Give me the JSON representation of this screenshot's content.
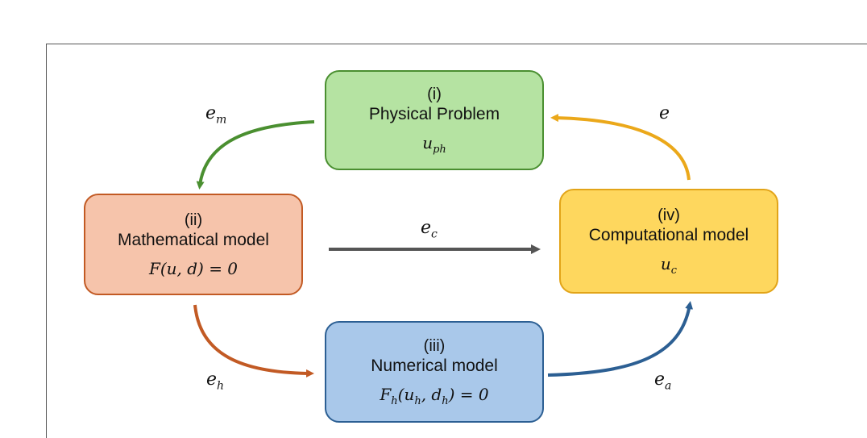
{
  "nodes": {
    "i": {
      "roman": "(i)",
      "name": "Physical Problem",
      "var_base": "u",
      "var_sub": "ph"
    },
    "ii": {
      "roman": "(ii)",
      "name": "Mathematical model",
      "var_text": "F(u, d) = 0"
    },
    "iii": {
      "roman": "(iii)",
      "name": "Numerical model",
      "var_pre": "F",
      "var_pre_sub": "h",
      "var_mid": "(u",
      "var_mid_sub": "h",
      "var_mid2": ", d",
      "var_mid2_sub": "h",
      "var_post": ") = 0"
    },
    "iv": {
      "roman": "(iv)",
      "name": "Computational model",
      "var_base": "u",
      "var_sub": "c"
    }
  },
  "errors": {
    "em": {
      "base": "e",
      "sub": "m"
    },
    "e": {
      "base": "e",
      "sub": ""
    },
    "ec": {
      "base": "e",
      "sub": "c"
    },
    "eh": {
      "base": "e",
      "sub": "h"
    },
    "ea": {
      "base": "e",
      "sub": "a"
    }
  },
  "colors": {
    "green_fill": "#b5e3a2",
    "green_stroke": "#4a8f30",
    "orange_fill": "#f6c4ab",
    "orange_stroke": "#c25a24",
    "blue_fill": "#a9c8ea",
    "blue_stroke": "#2c5f93",
    "yellow_fill": "#fed75e",
    "yellow_stroke": "#e2a418",
    "gray_arrow": "#555555"
  }
}
